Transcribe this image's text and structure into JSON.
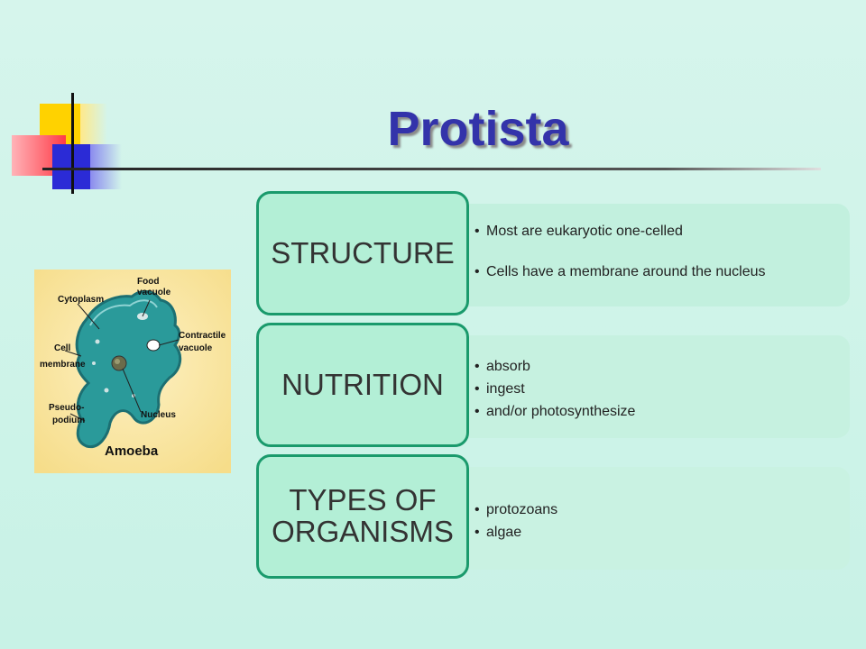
{
  "slide": {
    "title": "Protista"
  },
  "figure": {
    "labels": {
      "food_vacuole": [
        "Food",
        "vacuole"
      ],
      "cytoplasm": "Cytoplasm",
      "contractile_vacuole": [
        "Contractile",
        "vacuole"
      ],
      "cell_membrane": [
        "Cell",
        "membrane"
      ],
      "pseudopodium": [
        "Pseudo-",
        "podium"
      ],
      "nucleus": "Nucleus",
      "caption": "Amoeba"
    }
  },
  "rows": [
    {
      "heading": "STRUCTURE",
      "bullets": [
        "Most are eukaryotic one-celled",
        "Cells have a membrane around the nucleus"
      ]
    },
    {
      "heading": "NUTRITION",
      "bullets": [
        "absorb",
        "ingest",
        "and/or photosynthesize"
      ]
    },
    {
      "heading_lines": [
        "TYPES OF",
        "ORGANISMS"
      ],
      "bullets": [
        "protozoans",
        "algae"
      ]
    }
  ],
  "colors": {
    "title": "#3333aa",
    "box_fill": "#b3efd6",
    "box_border": "#1a9a6c",
    "panel_fill": "#c4f1df",
    "amoeba_body": "#2a9a9a",
    "figure_bg": "#fbe9a8"
  }
}
